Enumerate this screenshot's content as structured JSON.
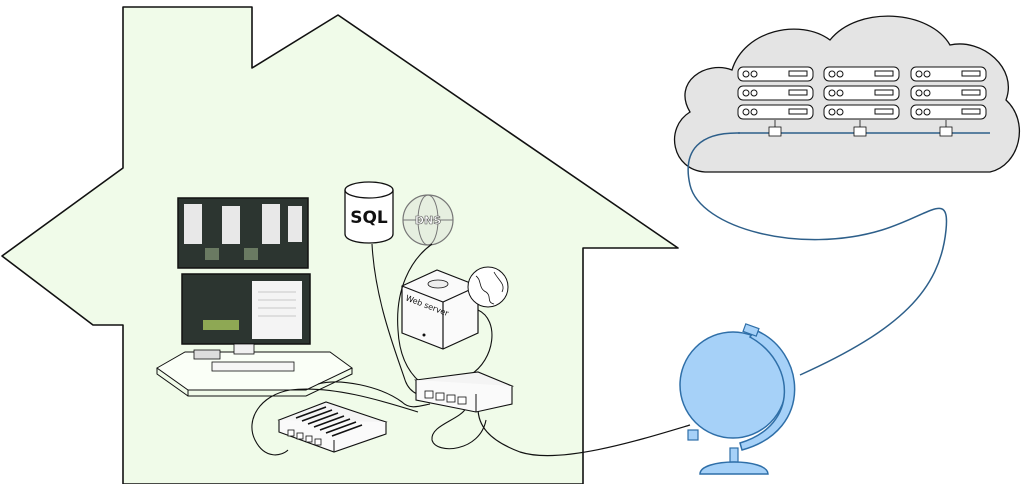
{
  "labels": {
    "sql": "SQL",
    "dns": "DNS",
    "web_server": "Web server"
  },
  "colors": {
    "house_fill": "#f0fbe9",
    "outline": "#111111",
    "cloud_fill": "#e4e4e4",
    "globe_fill": "#a6d1f8",
    "globe_stroke": "#2f6fa8",
    "cable": "#2d5f8a",
    "monitor_screen": "#2c3530"
  },
  "icons": {
    "house": "house-outline",
    "cloud": "cloud-shape",
    "server_racks": "server-rack-icon",
    "database": "database-cylinder-icon",
    "dns": "dns-globe-icon",
    "web_server": "web-server-box-icon",
    "globe_small": "earth-globe-icon",
    "network_switch": "ethernet-switch-icon",
    "router": "router-icon",
    "workstation": "dual-monitor-desk-icon",
    "internet_globe": "desk-globe-icon"
  }
}
